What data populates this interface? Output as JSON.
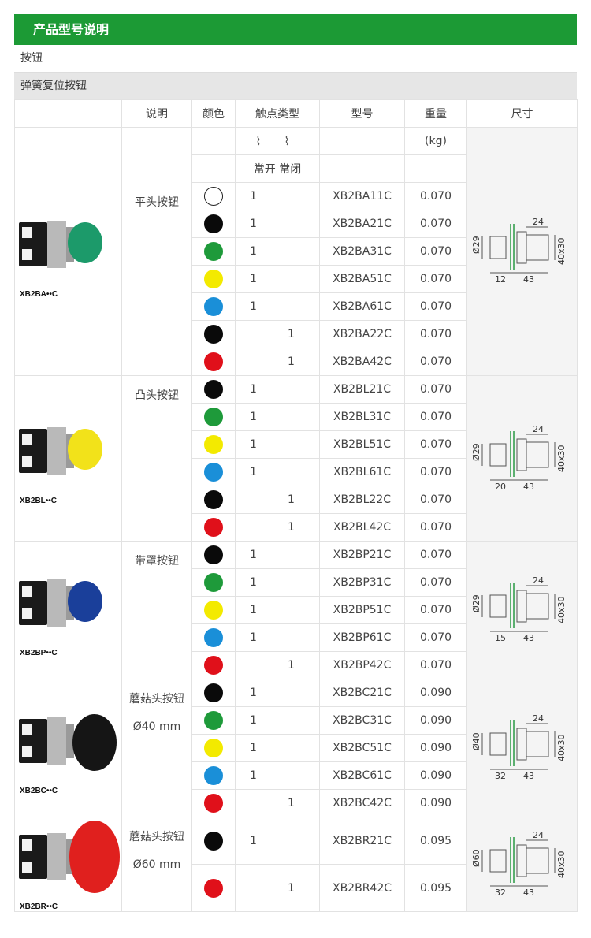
{
  "banner_title": "产品型号说明",
  "section_title": "按钮",
  "subsection_title": "弹簧复位按钮",
  "headers": {
    "desc": "说明",
    "color": "颜色",
    "contact": "触点类型",
    "model": "型号",
    "weight": "重量",
    "size": "尺寸"
  },
  "contact_symbol": "⌇ ⌇",
  "unit_kg": "(kg)",
  "contact_labels": "常开 常闭",
  "colors": {
    "white": "#ffffff",
    "black": "#0a0a0a",
    "green": "#1e9a3a",
    "yellow": "#f3ea00",
    "blue": "#1a8fd8",
    "red": "#e0101a"
  },
  "groups": [
    {
      "photo_label": "XB2BA••C",
      "desc": "平头按钮",
      "desc2": "",
      "dims": {
        "d": "Ø29",
        "w": "24",
        "h": "40x30",
        "a": "12",
        "b": "43"
      },
      "rows": [
        {
          "color": "white",
          "no": "1",
          "nc": "",
          "model": "XB2BA11C",
          "weight": "0.070"
        },
        {
          "color": "black",
          "no": "1",
          "nc": "",
          "model": "XB2BA21C",
          "weight": "0.070"
        },
        {
          "color": "green",
          "no": "1",
          "nc": "",
          "model": "XB2BA31C",
          "weight": "0.070"
        },
        {
          "color": "yellow",
          "no": "1",
          "nc": "",
          "model": "XB2BA51C",
          "weight": "0.070"
        },
        {
          "color": "blue",
          "no": "1",
          "nc": "",
          "model": "XB2BA61C",
          "weight": "0.070"
        },
        {
          "color": "black",
          "no": "",
          "nc": "1",
          "model": "XB2BA22C",
          "weight": "0.070"
        },
        {
          "color": "red",
          "no": "",
          "nc": "1",
          "model": "XB2BA42C",
          "weight": "0.070"
        }
      ]
    },
    {
      "photo_label": "XB2BL••C",
      "desc": "凸头按钮",
      "desc2": "",
      "dims": {
        "d": "Ø29",
        "w": "24",
        "h": "40x30",
        "a": "20",
        "b": "43"
      },
      "rows": [
        {
          "color": "black",
          "no": "1",
          "nc": "",
          "model": "XB2BL21C",
          "weight": "0.070"
        },
        {
          "color": "green",
          "no": "1",
          "nc": "",
          "model": "XB2BL31C",
          "weight": "0.070"
        },
        {
          "color": "yellow",
          "no": "1",
          "nc": "",
          "model": "XB2BL51C",
          "weight": "0.070"
        },
        {
          "color": "blue",
          "no": "1",
          "nc": "",
          "model": "XB2BL61C",
          "weight": "0.070"
        },
        {
          "color": "black",
          "no": "",
          "nc": "1",
          "model": "XB2BL22C",
          "weight": "0.070"
        },
        {
          "color": "red",
          "no": "",
          "nc": "1",
          "model": "XB2BL42C",
          "weight": "0.070"
        }
      ]
    },
    {
      "photo_label": "XB2BP••C",
      "desc": "带罩按钮",
      "desc2": "",
      "dims": {
        "d": "Ø29",
        "w": "24",
        "h": "40x30",
        "a": "15",
        "b": "43"
      },
      "rows": [
        {
          "color": "black",
          "no": "1",
          "nc": "",
          "model": "XB2BP21C",
          "weight": "0.070"
        },
        {
          "color": "green",
          "no": "1",
          "nc": "",
          "model": "XB2BP31C",
          "weight": "0.070"
        },
        {
          "color": "yellow",
          "no": "1",
          "nc": "",
          "model": "XB2BP51C",
          "weight": "0.070"
        },
        {
          "color": "blue",
          "no": "1",
          "nc": "",
          "model": "XB2BP61C",
          "weight": "0.070"
        },
        {
          "color": "red",
          "no": "",
          "nc": "1",
          "model": "XB2BP42C",
          "weight": "0.070"
        }
      ]
    },
    {
      "photo_label": "XB2BC••C",
      "desc": "蘑菇头按钮",
      "desc2": "Ø40 mm",
      "dims": {
        "d": "Ø40",
        "w": "24",
        "h": "40x30",
        "a": "32",
        "b": "43"
      },
      "rows": [
        {
          "color": "black",
          "no": "1",
          "nc": "",
          "model": "XB2BC21C",
          "weight": "0.090"
        },
        {
          "color": "green",
          "no": "1",
          "nc": "",
          "model": "XB2BC31C",
          "weight": "0.090"
        },
        {
          "color": "yellow",
          "no": "1",
          "nc": "",
          "model": "XB2BC51C",
          "weight": "0.090"
        },
        {
          "color": "blue",
          "no": "1",
          "nc": "",
          "model": "XB2BC61C",
          "weight": "0.090"
        },
        {
          "color": "red",
          "no": "",
          "nc": "1",
          "model": "XB2BC42C",
          "weight": "0.090"
        }
      ]
    },
    {
      "photo_label": "XB2BR••C",
      "desc": "蘑菇头按钮",
      "desc2": "Ø60 mm",
      "dims": {
        "d": "Ø60",
        "w": "24",
        "h": "40x30",
        "a": "32",
        "b": "43"
      },
      "rows": [
        {
          "color": "black",
          "no": "1",
          "nc": "",
          "model": "XB2BR21C",
          "weight": "0.095"
        },
        {
          "color": "red",
          "no": "",
          "nc": "1",
          "model": "XB2BR42C",
          "weight": "0.095"
        }
      ]
    }
  ]
}
